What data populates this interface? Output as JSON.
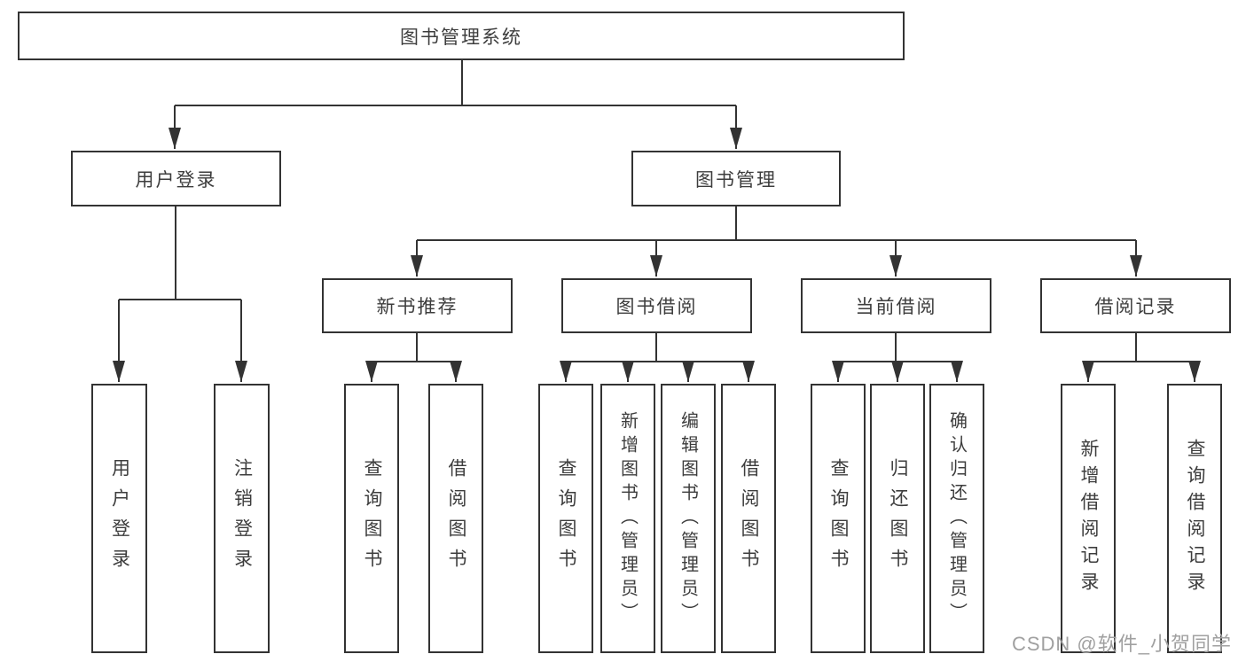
{
  "tree": {
    "root": "图书管理系统",
    "branches": [
      {
        "label": "用户登录",
        "children": [
          "用户登录",
          "注销登录"
        ]
      },
      {
        "label": "图书管理",
        "sections": [
          {
            "label": "新书推荐",
            "children": [
              "查询图书",
              "借阅图书"
            ]
          },
          {
            "label": "图书借阅",
            "children": [
              "查询图书",
              "新增图书（管理员）",
              "编辑图书（管理员）",
              "借阅图书"
            ]
          },
          {
            "label": "当前借阅",
            "children": [
              "查询图书",
              "归还图书",
              "确认归还（管理员）"
            ]
          },
          {
            "label": "借阅记录",
            "children": [
              "新增借阅记录",
              "查询借阅记录"
            ]
          }
        ]
      }
    ]
  },
  "watermark": "CSDN @软件_小贺同学",
  "colors": {
    "line": "#333333",
    "text": "#3d3d3d",
    "watermark": "#a0a0a0",
    "bg": "#ffffff"
  }
}
